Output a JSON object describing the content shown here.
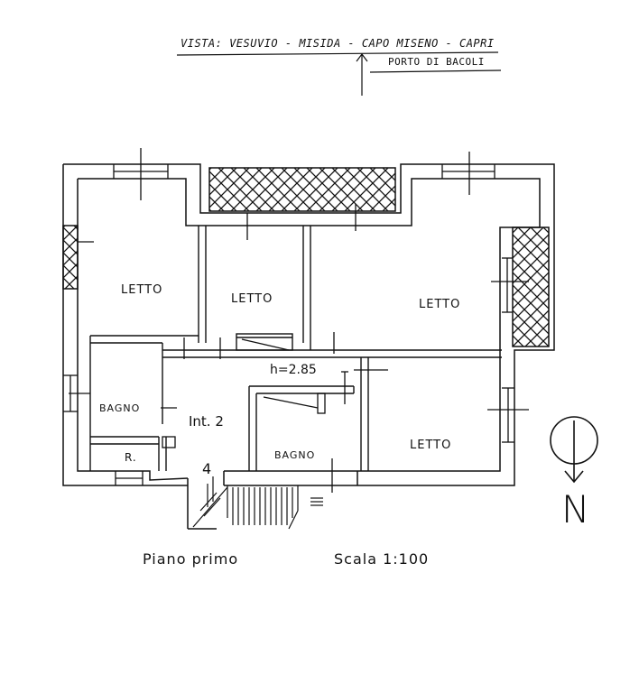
{
  "header": {
    "view_line": "VISTA: VESUVIO - MISIDA - CAPO MISENO - CAPRI",
    "port_line": "PORTO DI BACOLI"
  },
  "rooms": {
    "letto_1": "LETTO",
    "letto_2": "LETTO",
    "letto_3": "LETTO",
    "letto_4": "LETTO",
    "bagno_1": "BAGNO",
    "bagno_2": "BAGNO",
    "ripostiglio": "R.",
    "unit": "Int. 2",
    "height": "h=2.85",
    "stair_mark": "4"
  },
  "north": {
    "letter": "N"
  },
  "caption": {
    "floor": "Piano primo",
    "scale": "Scala 1:100"
  }
}
